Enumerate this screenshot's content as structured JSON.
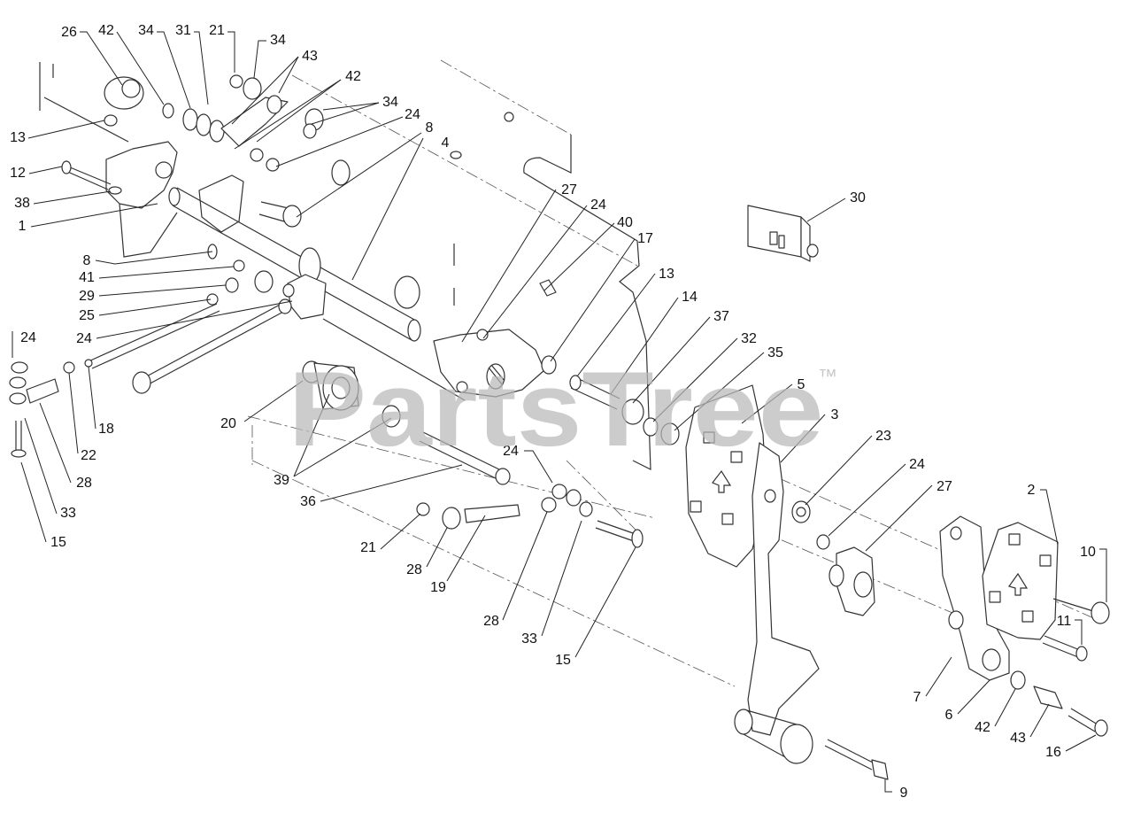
{
  "watermark": {
    "brand": "PartsTree",
    "trademark": "™"
  },
  "callouts": [
    "26",
    "42",
    "34",
    "31",
    "21",
    "34",
    "43",
    "42",
    "34",
    "24",
    "8",
    "4",
    "13",
    "12",
    "38",
    "1",
    "8",
    "41",
    "29",
    "25",
    "24",
    "24",
    "18",
    "22",
    "28",
    "33",
    "15",
    "20",
    "39",
    "36",
    "21",
    "28",
    "19",
    "28",
    "33",
    "15",
    "24",
    "27",
    "24",
    "40",
    "17",
    "13",
    "14",
    "37",
    "32",
    "35",
    "5",
    "3",
    "23",
    "24",
    "27",
    "30",
    "2",
    "10",
    "11",
    "7",
    "6",
    "42",
    "43",
    "16",
    "9"
  ]
}
